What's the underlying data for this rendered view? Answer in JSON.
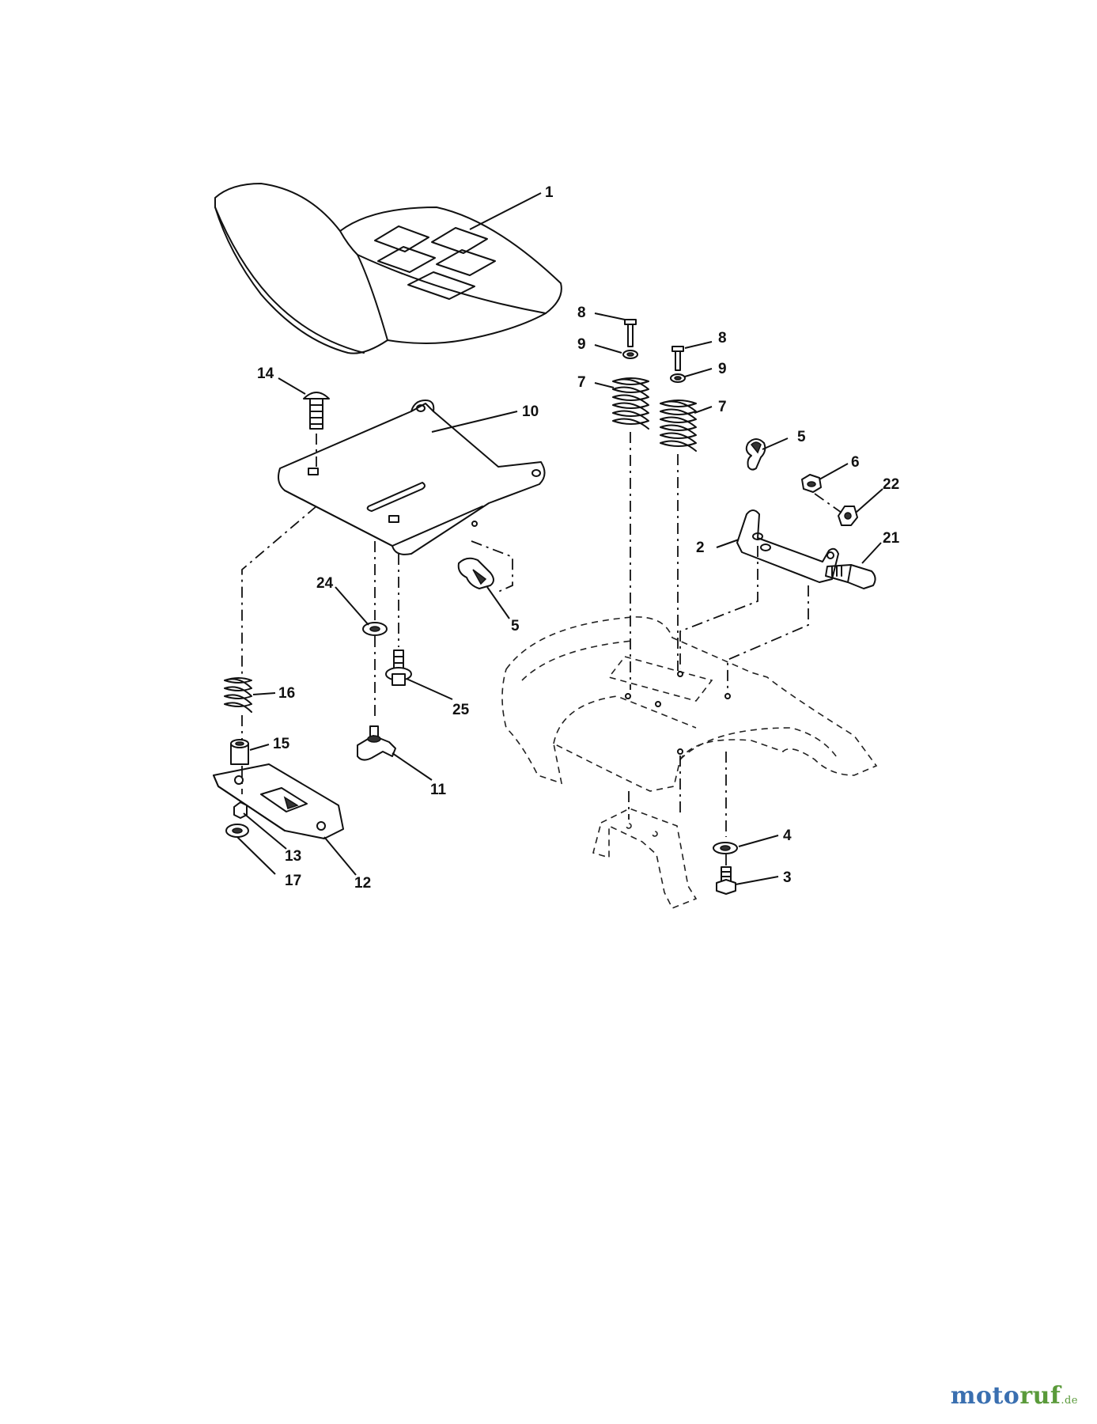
{
  "callouts": [
    "1",
    "8",
    "9",
    "7",
    "8",
    "9",
    "7",
    "14",
    "10",
    "5",
    "6",
    "22",
    "2",
    "21",
    "24",
    "5",
    "16",
    "25",
    "15",
    "11",
    "13",
    "17",
    "12",
    "4",
    "3"
  ],
  "watermark": {
    "brand_part1": "moto",
    "brand_part2": "ruf",
    "suffix": ".de",
    "colors": {
      "part1": "#3a6fb0",
      "part2": "#5a9a3a"
    }
  }
}
